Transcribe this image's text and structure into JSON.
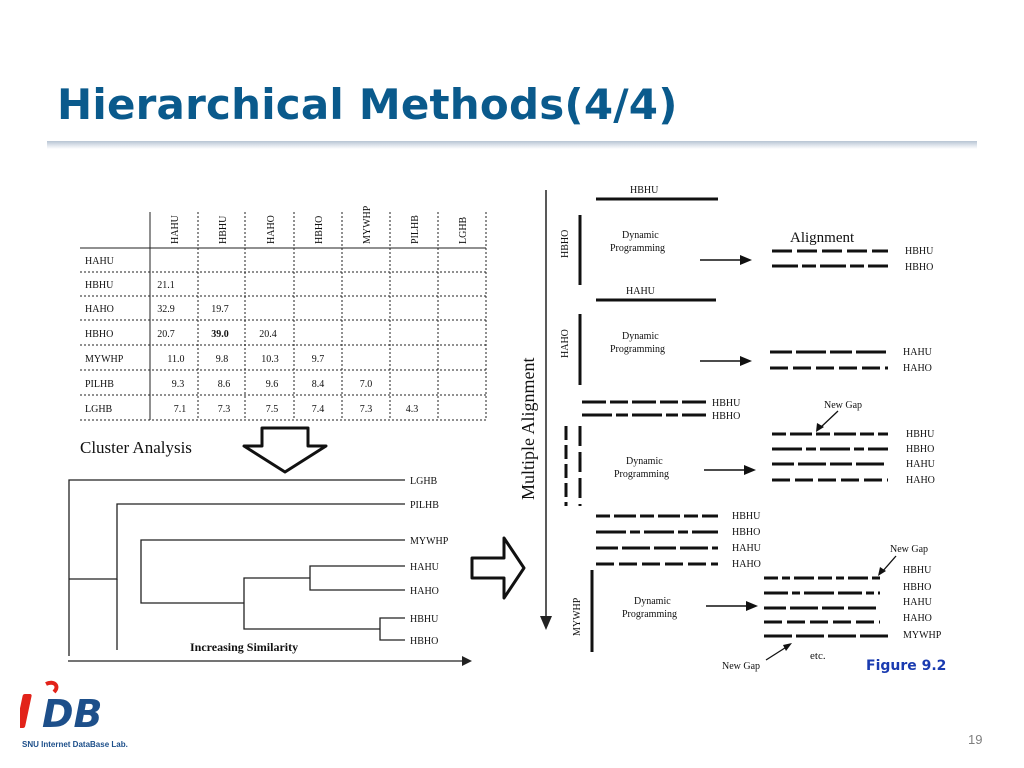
{
  "slide": {
    "title": "Hierarchical Methods(4/4)",
    "page_number": "19",
    "logo_text": "DB",
    "logo_subtitle": "SNU Internet DataBase Lab."
  },
  "matrix": {
    "headers": [
      "HAHU",
      "HBHU",
      "HAHO",
      "HBHO",
      "MYWHP",
      "PILHB",
      "LGHB"
    ],
    "rows": [
      {
        "label": "HAHU",
        "values": []
      },
      {
        "label": "HBHU",
        "values": [
          "21.1"
        ]
      },
      {
        "label": "HAHO",
        "values": [
          "32.9",
          "19.7"
        ]
      },
      {
        "label": "HBHO",
        "values": [
          "20.7",
          "39.0",
          "20.4"
        ]
      },
      {
        "label": "MYWHP",
        "values": [
          "11.0",
          "9.8",
          "10.3",
          "9.7"
        ]
      },
      {
        "label": "PILHB",
        "values": [
          "9.3",
          "8.6",
          "9.6",
          "8.4",
          "7.0"
        ]
      },
      {
        "label": "LGHB",
        "values": [
          "7.1",
          "7.3",
          "7.5",
          "7.4",
          "7.3",
          "4.3"
        ]
      }
    ]
  },
  "cluster": {
    "title": "Cluster Analysis",
    "leaves": [
      "LGHB",
      "PILHB",
      "MYWHP",
      "HAHU",
      "HAHO",
      "HBHU",
      "HBHO"
    ],
    "axis_label": "Increasing Similarity"
  },
  "alignment": {
    "vertical_label": "Multiple Alignment",
    "alignment_title": "Alignment",
    "dp_line1": "Dynamic",
    "dp_line2": "Programming",
    "new_gap": "New Gap",
    "etc": "etc.",
    "figure_label": "Figure 9.2",
    "block1": {
      "top_seq": "HBHU",
      "side": "HBHO",
      "results": [
        "HBHU",
        "HBHO"
      ]
    },
    "block2": {
      "top_seq": "HAHU",
      "side": "HAHO",
      "results": [
        "HAHU",
        "HAHO"
      ]
    },
    "block3": {
      "inputs": [
        "HBHU",
        "HBHO"
      ],
      "results": [
        "HBHU",
        "HBHO",
        "HAHU",
        "HAHO"
      ]
    },
    "block4": {
      "inputs": [
        "HBHU",
        "HBHO",
        "HAHU",
        "HAHO"
      ],
      "side": "MYWHP",
      "results": [
        "HBHU",
        "HBHO",
        "HAHU",
        "HAHO",
        "MYWHP"
      ]
    }
  }
}
